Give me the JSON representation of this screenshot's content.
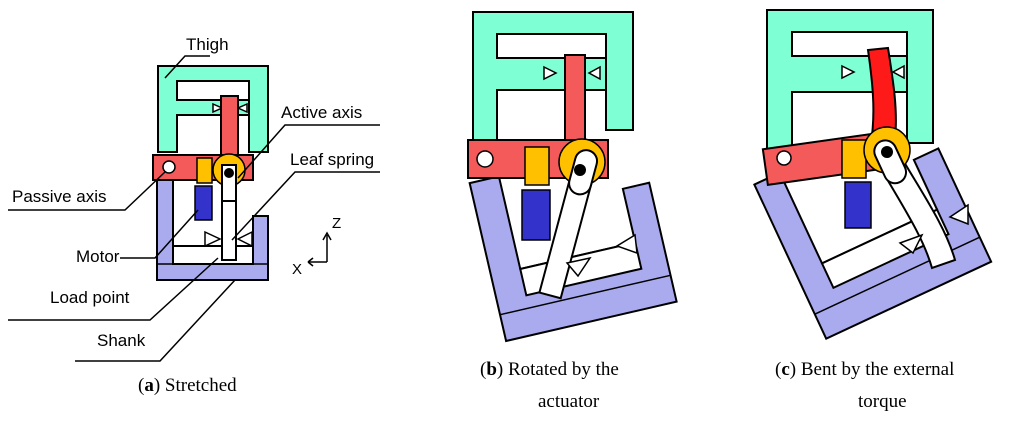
{
  "labels": {
    "thigh": "Thigh",
    "active_axis": "Active axis",
    "leaf_spring": "Leaf spring",
    "passive_axis": "Passive axis",
    "motor": "Motor",
    "load_point": "Load point",
    "shank": "Shank"
  },
  "axes": {
    "z": "Z",
    "x": "X"
  },
  "captions": {
    "a": {
      "letter": "a",
      "text": " Stretched"
    },
    "b": {
      "letter": "b",
      "line1": " Rotated by the",
      "line2": "actuator"
    },
    "c": {
      "letter": "c",
      "line1": " Bent by the external",
      "line2": "torque"
    }
  },
  "colors": {
    "thigh": "#7fffd4",
    "shank": "#aaaaee",
    "red_link": "#f55a5a",
    "bent_spring": "#ff1a1a",
    "motor": "#3333cc",
    "motor_cap": "#ffc000",
    "pulley": "#ffc000"
  }
}
